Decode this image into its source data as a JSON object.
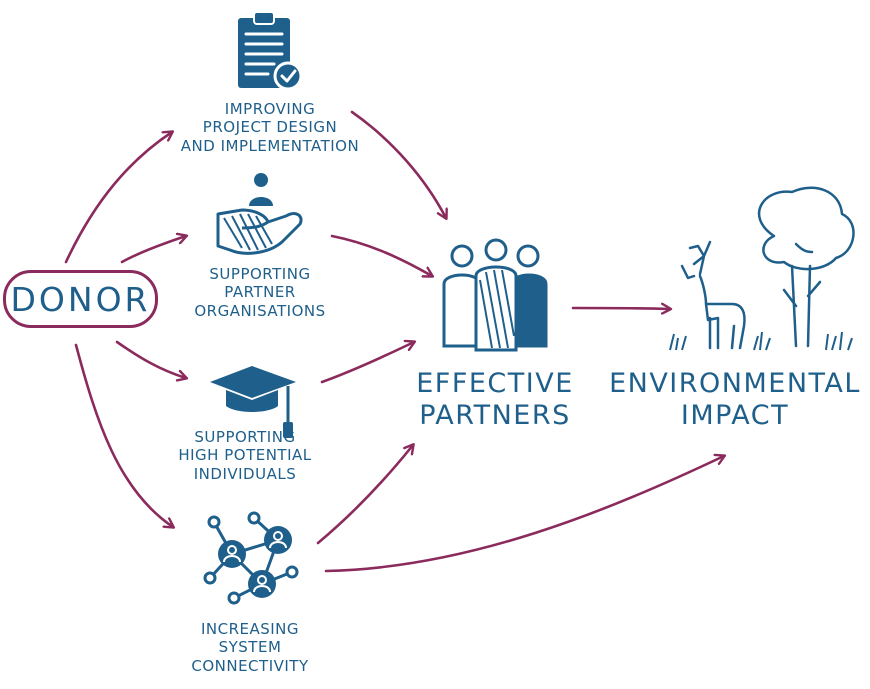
{
  "donor": {
    "label": "DONOR"
  },
  "nodes": [
    {
      "id": "project-design",
      "label": "IMPROVING\nPROJECT DESIGN\nAND IMPLEMENTATION",
      "icon": "clipboard-check-icon"
    },
    {
      "id": "partner-orgs",
      "label": "SUPPORTING\nPARTNER\nORGANISATIONS",
      "icon": "hand-person-icon"
    },
    {
      "id": "individuals",
      "label": "SUPPORTING\nHIGH POTENTIAL\nINDIVIDUALS",
      "icon": "graduation-cap-icon"
    },
    {
      "id": "connectivity",
      "label": "INCREASING\nSYSTEM\nCONNECTIVITY",
      "icon": "network-people-icon"
    }
  ],
  "outcome": {
    "label": "EFFECTIVE\nPARTNERS",
    "icon": "group-people-icon"
  },
  "impact": {
    "label": "ENVIRONMENTAL\nIMPACT",
    "icon": "deer-tree-icon"
  },
  "colors": {
    "text": "#1f5f8b",
    "arrow": "#8b2a5c",
    "icon": "#1f5f8b"
  }
}
